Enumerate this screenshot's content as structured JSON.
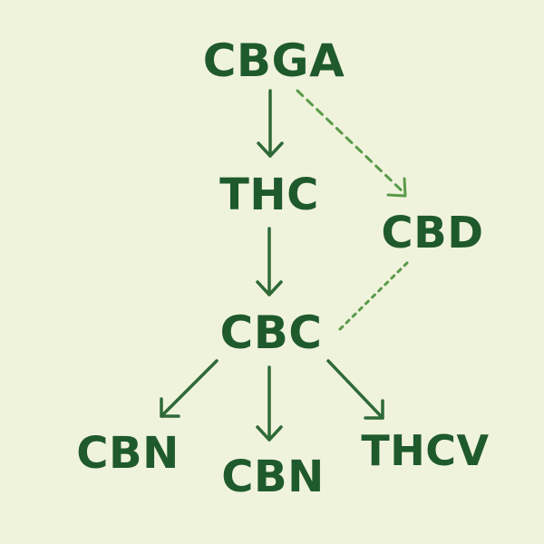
{
  "nodes": {
    "cbga": "CBGA",
    "thc": "THC",
    "cbd": "CBD",
    "cbc": "CBC",
    "cbn_left": "CBN",
    "cbn_center": "CBN",
    "thcv": "THCV"
  },
  "edges": [
    {
      "from": "CBGA",
      "to": "THC",
      "style": "solid"
    },
    {
      "from": "CBGA",
      "to": "CBD",
      "style": "dashed"
    },
    {
      "from": "THC",
      "to": "CBC",
      "style": "solid"
    },
    {
      "from": "CBD",
      "to": "CBC",
      "style": "dotted"
    },
    {
      "from": "CBC",
      "to": "CBN",
      "style": "solid"
    },
    {
      "from": "CBC",
      "to": "CBN",
      "style": "solid"
    },
    {
      "from": "CBC",
      "to": "THCV",
      "style": "solid"
    }
  ],
  "colors": {
    "background": "#f0f3dc",
    "text": "#1f5a2c",
    "solid_arrow": "#2f6a38",
    "dashed_arrow": "#5a9a4a"
  }
}
